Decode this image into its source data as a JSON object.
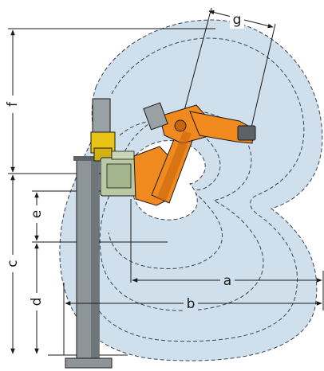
{
  "labels": {
    "a": "a",
    "b": "b",
    "c": "c",
    "d": "d",
    "e": "e",
    "f": "f",
    "g": "g"
  },
  "colors": {
    "envelope_fill": "#cfdfeb",
    "envelope_stroke": "#3a4450",
    "robot_orange": "#f08a1e",
    "robot_orange_dark": "#c8650c",
    "column_grey": "#8e9599",
    "column_dark": "#5c6266",
    "base_green": "#b9c9a4",
    "cable_yellow": "#e8c417",
    "dimension_line": "#1a1a1a"
  }
}
